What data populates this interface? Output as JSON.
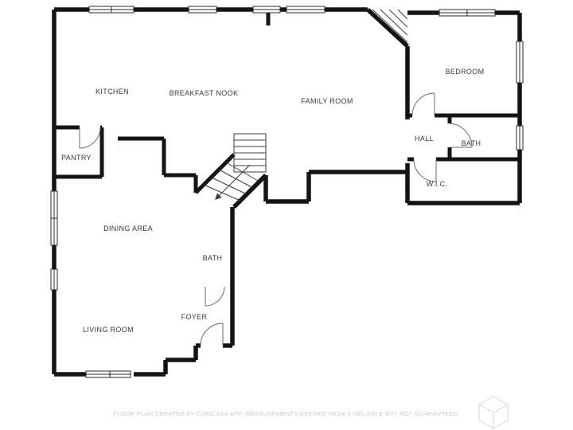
{
  "floor_plan": {
    "rooms": [
      {
        "id": "kitchen",
        "label": "KITCHEN"
      },
      {
        "id": "breakfast-nook",
        "label": "BREAKFAST NOOK"
      },
      {
        "id": "family-room",
        "label": "FAMILY ROOM"
      },
      {
        "id": "bedroom",
        "label": "BEDROOM"
      },
      {
        "id": "hall",
        "label": "HALL"
      },
      {
        "id": "bath-upper",
        "label": "BATH"
      },
      {
        "id": "wic",
        "label": "W.I.C."
      },
      {
        "id": "pantry",
        "label": "PANTRY"
      },
      {
        "id": "dining-area",
        "label": "DINING AREA"
      },
      {
        "id": "bath-lower",
        "label": "BATH"
      },
      {
        "id": "foyer",
        "label": "FOYER"
      },
      {
        "id": "living-room",
        "label": "LIVING ROOM"
      }
    ],
    "footer_disclaimer": "FLOOR PLAN CREATED BY CUBICASA APP. MEASUREMENTS DEEMED HIGHLY RELIABLE BUT NOT GUARANTEED.",
    "colors": {
      "wall": "#141414",
      "room_label": "#3a3a3a",
      "footer_text": "#c9c9c9",
      "background": "#ffffff"
    }
  }
}
